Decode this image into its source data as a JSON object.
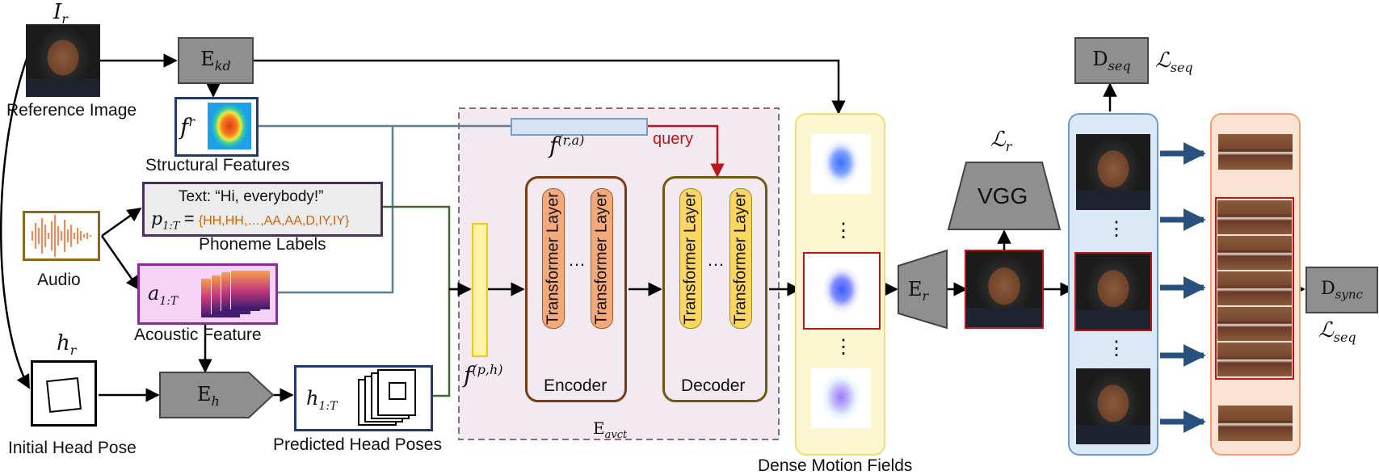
{
  "labels": {
    "i_r": "I",
    "i_r_sub": "r",
    "reference_image": "Reference Image",
    "e_kd": "E",
    "e_kd_sub": "kd",
    "f_r": "f",
    "f_r_sup": "r",
    "structural_features": "Structural Features",
    "text_line": "Text:  “Hi, everybody!”",
    "p_1t": "p",
    "p_1t_sub": "1:T",
    "p_eq": "=",
    "phoneme_seq": "{HH,HH,…,AA,AA,D,IY,IY}",
    "phoneme_labels": "Phoneme Labels",
    "audio": "Audio",
    "a_1t": "a",
    "a_1t_sub": "1:T",
    "acoustic_feature": "Acoustic Feature",
    "h_r": "h",
    "h_r_sub": "r",
    "initial_head_pose": "Initial Head Pose",
    "e_h": "E",
    "e_h_sub": "h",
    "h_1t": "h",
    "h_1t_sub": "1:T",
    "predicted_head_poses": "Predicted Head Poses",
    "f_ra": "f",
    "f_ra_sup": "(r,a)",
    "query": "query",
    "f_ph": "f",
    "f_ph_sup": "(p,h)",
    "transformer_layer": "Transformer Layer",
    "ellipsis": "…",
    "encoder": "Encoder",
    "decoder": "Decoder",
    "e_avct": "E",
    "e_avct_sub": "avct",
    "dense_motion_fields": "Dense Motion Fields",
    "vdots": "⋮",
    "vgg": "VGG",
    "l_r": "ℒ",
    "l_r_sub": "r",
    "e_r": "E",
    "e_r_sub": "r",
    "d_seq": "D",
    "d_seq_sub": "seq",
    "l_seq": "ℒ",
    "l_seq_sub": "seq",
    "d_sync": "D",
    "d_sync_sub": "sync",
    "l_seq2": "ℒ",
    "l_seq2_sub": "seq"
  },
  "colors": {
    "gray_block": "#8f8f8f",
    "navy_border": "#1f3a6b",
    "phoneme_border": "#4b2e5c",
    "phoneme_orange": "#c8660a",
    "audio_border": "#8a6a1a",
    "acoustic_border": "#8a2a9a",
    "acoustic_fill": "#f6d3f6",
    "encoder_border": "#7a3a14",
    "encoder_layer": "#f4a97a",
    "decoder_border": "#6e5a12",
    "decoder_layer": "#fbd660",
    "avct_region": "#f2eaf0",
    "avct_border": "#8a6a80",
    "query_red": "#c0141c",
    "motion_panel": "#fbf6cf",
    "frames_panel": "#dbe8f6",
    "mouth_panel": "#fbe3d3",
    "highlight_red": "#c0141c",
    "big_arrow": "#27527f",
    "fra_bar": "#d6e3f4",
    "fph_bar": "#fff3a8"
  }
}
